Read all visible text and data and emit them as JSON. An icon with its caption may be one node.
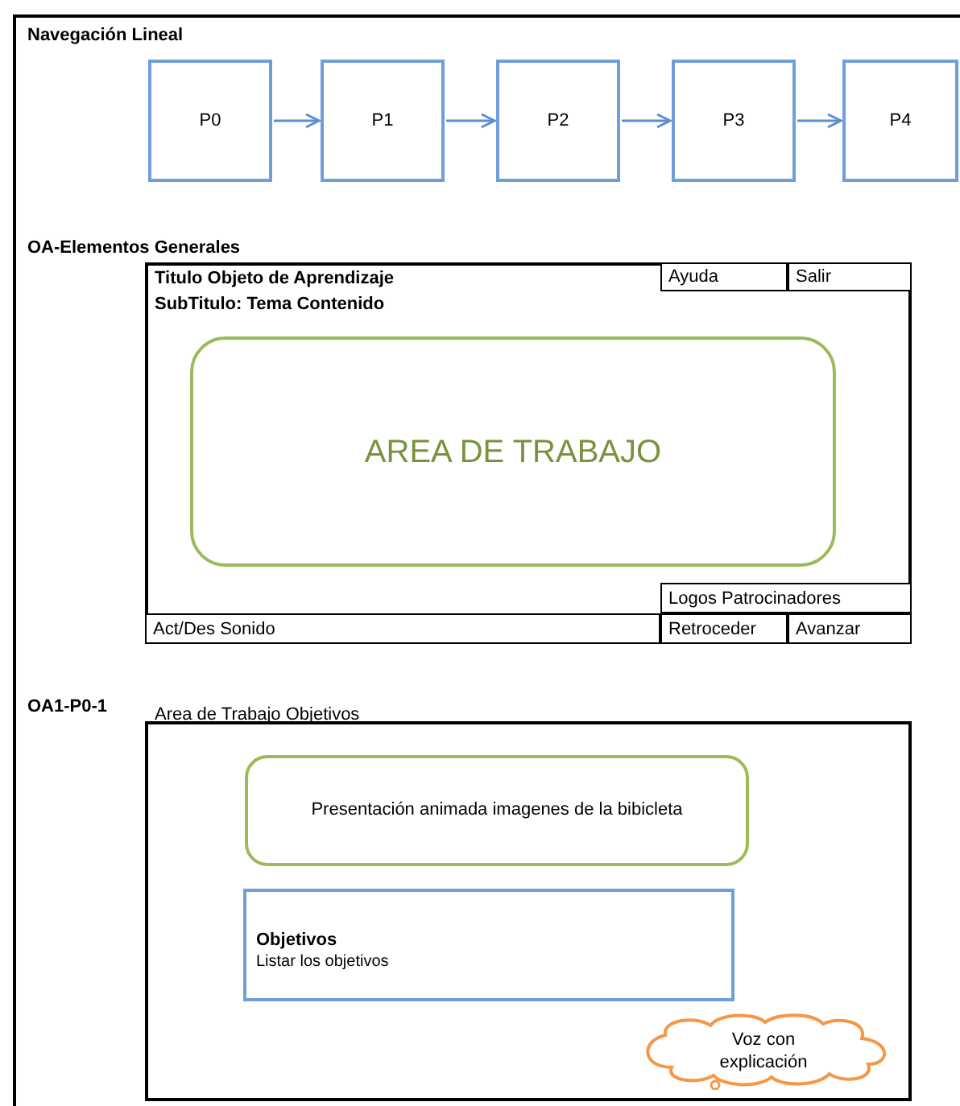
{
  "diagram": {
    "nodes": [
      {
        "text": [
          "P0"
        ]
      },
      {
        "text": [
          "P1"
        ]
      },
      {
        "text": [
          "P2"
        ]
      },
      {
        "text": [
          "P3"
        ]
      },
      {
        "text": [
          "P4"
        ]
      },
      {
        "text": [
          "Titulo Objeto de Aprendizaje",
          "SubTitulo: Tema Contenido"
        ]
      },
      {
        "text": [
          "Ayuda"
        ],
        "in": 5
      },
      {
        "text": [
          "Salir"
        ],
        "in": 5
      },
      {
        "text": [
          "AREA DE TRABAJO"
        ],
        "in": 5
      },
      {
        "text": [
          "Logos Patrocinadores"
        ],
        "in": 5
      },
      {
        "text": [
          "Act/Des Sonido"
        ],
        "in": 5
      },
      {
        "text": [
          "Retroceder"
        ],
        "in": 5
      },
      {
        "text": [
          "Avanzar"
        ],
        "in": 5
      },
      {
        "text": [
          "Area de Trabajo Objetivos"
        ]
      },
      {
        "text": [
          "Presentación animada imagenes de la bibicleta"
        ],
        "in": 13
      },
      {
        "text": [
          "Objetivos",
          "Listar los objetivos"
        ],
        "in": 13
      },
      {
        "text": [
          "Voz con explicación"
        ],
        "in": 13
      }
    ],
    "edges": [
      {
        "from": 0,
        "to": 1,
        "arrow": "to"
      },
      {
        "from": 1,
        "to": 2,
        "arrow": "to"
      },
      {
        "from": 2,
        "to": 3,
        "arrow": "to"
      },
      {
        "from": 3,
        "to": 4,
        "arrow": "to"
      }
    ],
    "labels": [
      "Navegación Lineal",
      "OA-Elementos Generales",
      "OA1-P0-1"
    ]
  }
}
